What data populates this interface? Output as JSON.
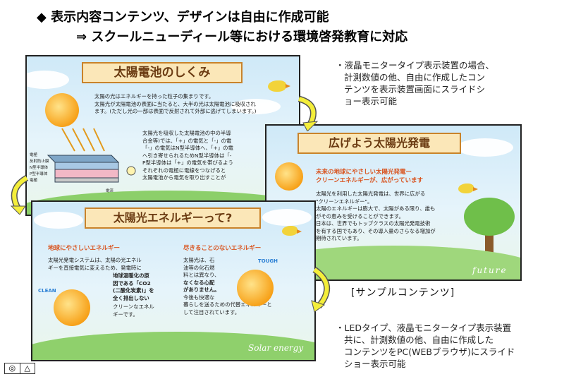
{
  "header": {
    "line1": "◆ 表示内容コンテンツ、デザインは自由に作成可能",
    "line2": "⇒ スクールニューディール等における環境啓発教育に対応"
  },
  "notes": {
    "top": [
      "・液晶モニタータイプ表示装置の場合、",
      "計測数値の他、自由に作成したコン",
      "テンツを表示装置画面にスライドシ",
      "ョー表示可能"
    ],
    "sample_label": "[サンプルコンテンツ]",
    "bottom": [
      "・LEDタイプ、液晶モニタータイプ表示装置",
      "共に、計測数値の他、自由に作成した",
      "コンテンツをPC(WEBブラウザ)にスライド",
      "ショー表示可能"
    ]
  },
  "slide1": {
    "title": "太陽電池のしくみ",
    "intro": [
      "太陽の光はエネルギーを持った粒子の集まりです。",
      "太陽光が太陽電池の表面に当たると、大半の光は太陽電池に吸収され",
      "ます。(ただし光の一部は表面で反射されて外部に逃げてしまいます。)"
    ],
    "body": [
      "太陽光を吸収した太陽電池の中の半導",
      "合金等)では、「+」の電気と「-」の電",
      "「-」の電気はN型半導体へ、「+」の電",
      "へ引き寄せられるためN型半導体は「-",
      "P型半導体は「+」の電気を帯びるよう",
      "それぞれの電極に電線をつなげると",
      "太陽電池から電気を取り出すことが"
    ],
    "labels": [
      "電極",
      "反射防止膜",
      "N型半導体",
      "P型半導体",
      "電極",
      "電流"
    ]
  },
  "slide2": {
    "title": "広げよう太陽光発電",
    "subtitle": [
      "未来の地球にやさしい太陽光発電ー",
      "クリーンエネルギーが、広がっています"
    ],
    "body": [
      "太陽光を利用した太陽光発電は、世界に広がる",
      "\"クリーンエネルギー\"。",
      "太陽のエネルギーは膨大で、太陽がある限り、誰も",
      "がその恵みを受けることができます。",
      "日本は、世界でもトップクラスの太陽光発電技術",
      "を有する国でもあり、その導入量のさらなる増加が",
      "期待されています。"
    ],
    "script": "future"
  },
  "slide3": {
    "title": "太陽光エネルギーって?",
    "left_head": "地球にやさしいエネルギー",
    "right_head": "尽きることのないエネルギー",
    "left_body": [
      "太陽光発電システムは、太陽の光エネル",
      "ギーを直接電気に変えるため、発電時に",
      "地球温暖化の原",
      "因である「CO2",
      "(二酸化炭素)」を",
      "全く排出しない",
      "クリーンなエネル",
      "ギーです。"
    ],
    "right_body": [
      "太陽光は、石",
      "油等の化石燃",
      "料とは異なり、",
      "なくなる心配",
      "がありません。",
      "今後も快適な",
      "暮らしを送るための代替エネルギーと",
      "して注目されています。"
    ],
    "clean_label": "CLEAN",
    "tough_label": "TOUGH",
    "script": "Solar energy"
  },
  "nav": {
    "prev": "◎",
    "next": "△"
  }
}
